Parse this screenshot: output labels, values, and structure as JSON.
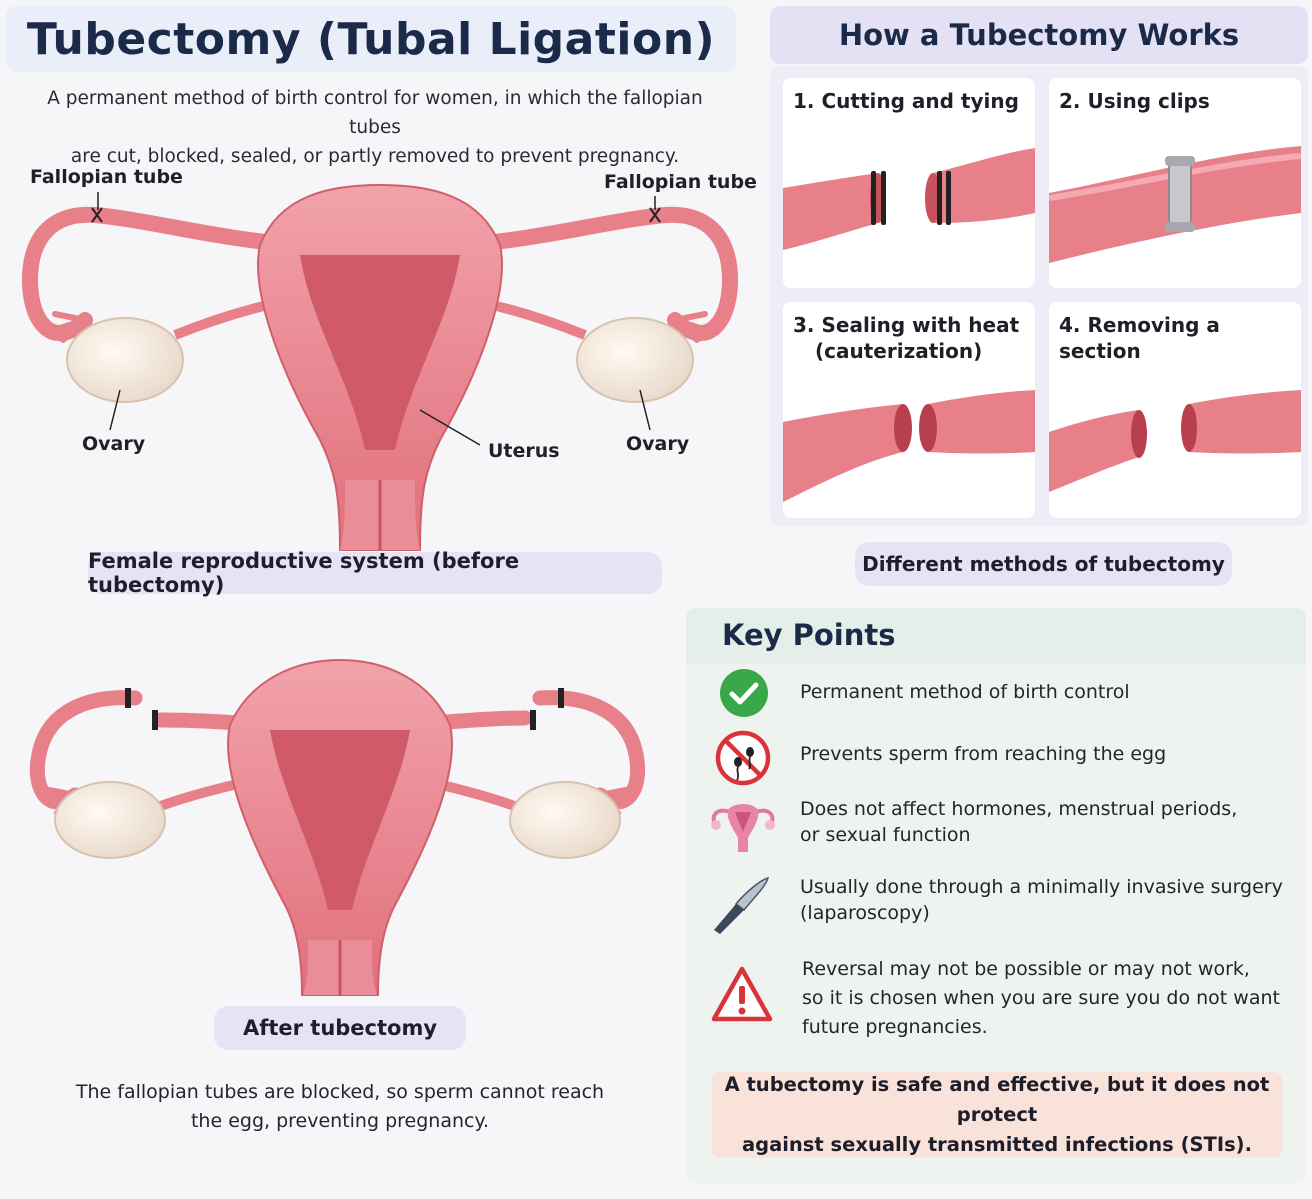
{
  "title": "Tubectomy (Tubal Ligation)",
  "subtitle_line1": "A permanent method of birth control for women, in which the fallopian tubes",
  "subtitle_line2": "are cut, blocked, sealed, or partly removed to prevent pregnancy.",
  "diagram_before": {
    "label_tube_left": "Fallopian tube",
    "label_tube_right": "Fallopian tube",
    "label_ovary_left": "Ovary",
    "label_ovary_right": "Ovary",
    "label_uterus": "Uterus",
    "caption": "Female reproductive system (before tubectomy)"
  },
  "diagram_after": {
    "caption": "After tubectomy",
    "text_line1": "The fallopian tubes are blocked, so sperm cannot reach",
    "text_line2": "the egg, preventing pregnancy."
  },
  "how": {
    "header": "How a Tubectomy Works",
    "methods": [
      {
        "line1": "1. Cutting and tying",
        "line2": ""
      },
      {
        "line1": "2. Using clips",
        "line2": ""
      },
      {
        "line1": "3. Sealing with heat",
        "line2": "(cauterization)"
      },
      {
        "line1": "4. Removing a section",
        "line2": ""
      }
    ],
    "caption": "Different methods of tubectomy"
  },
  "key_points": {
    "title": "Key Points",
    "items": [
      {
        "icon": "check-icon",
        "line1": "Permanent method of birth control",
        "line2": "",
        "line3": ""
      },
      {
        "icon": "no-sperm-icon",
        "line1": "Prevents sperm from reaching the egg",
        "line2": "",
        "line3": ""
      },
      {
        "icon": "uterus-icon",
        "line1": "Does not affect hormones, menstrual periods,",
        "line2": "or sexual function",
        "line3": ""
      },
      {
        "icon": "scalpel-icon",
        "line1": "Usually done through a minimally invasive surgery",
        "line2": "(laparoscopy)",
        "line3": ""
      },
      {
        "icon": "warning-icon",
        "line1": "Reversal may not be possible or may not work,",
        "line2": "so it is chosen when you are sure you do not want",
        "line3": "future pregnancies."
      }
    ],
    "note_line1": "A tubectomy is safe and effective, but it does not protect",
    "note_line2": "against sexually transmitted infections (STIs)."
  },
  "colors": {
    "tissue": "#e8808a",
    "tissue_dark": "#c9525f",
    "tissue_light": "#f4aab0",
    "ovary": "#f3e8dc",
    "check": "#3aa84a",
    "warning": "#d8343a"
  }
}
